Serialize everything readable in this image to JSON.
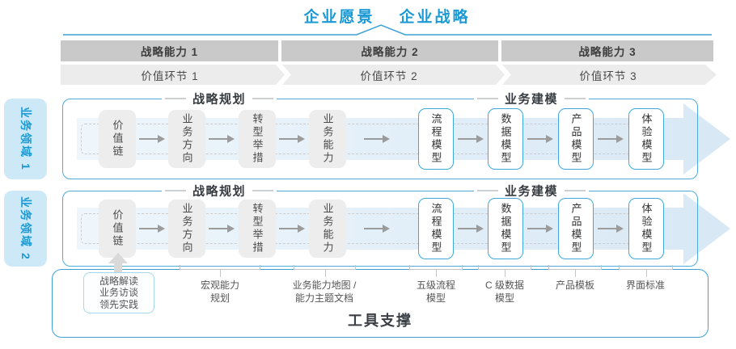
{
  "header": {
    "vision": "企业愿景",
    "strategy": "企业战略"
  },
  "capability_bars": [
    {
      "label": "战略能力 1"
    },
    {
      "label": "战略能力 2"
    },
    {
      "label": "战略能力 3"
    }
  ],
  "value_chevrons": [
    {
      "label": "价值环节 1"
    },
    {
      "label": "价值环节 2"
    },
    {
      "label": "价值环节 3"
    }
  ],
  "domains": [
    {
      "label": "业务领域 1"
    },
    {
      "label": "业务领域 2"
    }
  ],
  "panel": {
    "headers": {
      "planning": "战略规划",
      "modeling": "业务建模"
    },
    "boxes": [
      {
        "label": "价值链",
        "style": "gray"
      },
      {
        "label": "业务方向",
        "style": "gray"
      },
      {
        "label": "转型举措",
        "style": "gray"
      },
      {
        "label": "业务能力",
        "style": "gray"
      },
      {
        "label": "流程模型",
        "style": "blue"
      },
      {
        "label": "数据模型",
        "style": "blue"
      },
      {
        "label": "产品模型",
        "style": "blue"
      },
      {
        "label": "体验模型",
        "style": "blue"
      }
    ]
  },
  "annotations": {
    "practice_box": "战略解读\n业务访谈\n领先实践",
    "items": [
      {
        "label": "宏观能力\n规划"
      },
      {
        "label": "业务能力地图 /\n能力主题文档"
      },
      {
        "label": "五级流程\n模型"
      },
      {
        "label": "C 级数据\n模型"
      },
      {
        "label": "产品模板"
      },
      {
        "label": "界面标准"
      }
    ]
  },
  "footer": {
    "tools_label": "工具支撑"
  },
  "colors": {
    "accent_blue": "#1a99d5",
    "panel_border": "#4fadde",
    "box_blue_border": "#3fa9dc",
    "domain_label_bg": "#cde9f7",
    "bar_gray": "#c9c9c9",
    "chevron_gray": "#ececec",
    "box_gray": "#ededed",
    "arrow_fill_light": "#eef6fc",
    "arrow_fill_dark": "#d8e8f5"
  }
}
